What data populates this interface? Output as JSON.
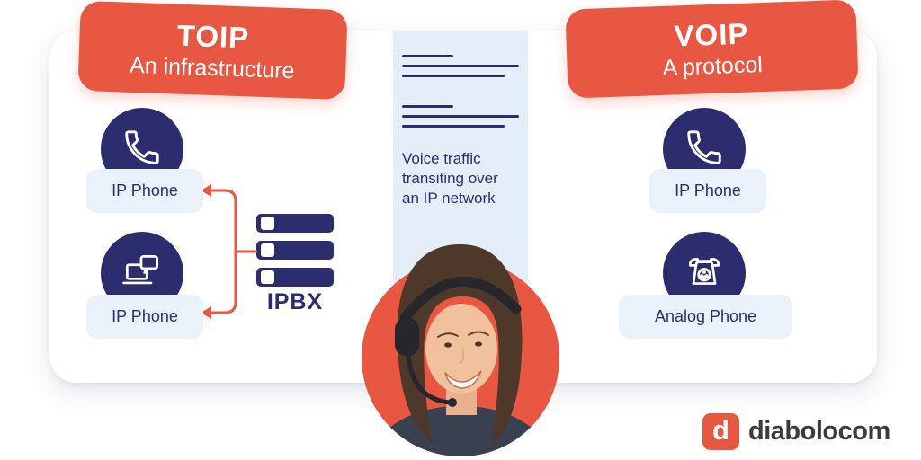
{
  "colors": {
    "accent_orange": "#E85741",
    "navy": "#2B2D6E",
    "band_blue": "#E4EEF8",
    "pill_blue": "#E9F2FB",
    "logo_gray": "#3C3C3B"
  },
  "left_panel": {
    "header": {
      "title": "TOIP",
      "subtitle": "An infrastructure"
    },
    "nodes": [
      {
        "icon": "ip-phone-handset-icon",
        "label": "IP Phone"
      },
      {
        "icon": "laptop-chat-icon",
        "label": "IP Phone"
      }
    ],
    "server": {
      "label": "IPBX"
    }
  },
  "center_band": {
    "caption": "Voice traffic\ntransiting over\nan IP network"
  },
  "right_panel": {
    "header": {
      "title": "VOIP",
      "subtitle": "A protocol"
    },
    "nodes": [
      {
        "icon": "ip-phone-handset-icon",
        "label": "IP Phone"
      },
      {
        "icon": "analog-phone-icon",
        "label": "Analog Phone"
      }
    ]
  },
  "logo": {
    "mark": "d",
    "name": "diabolocom"
  }
}
